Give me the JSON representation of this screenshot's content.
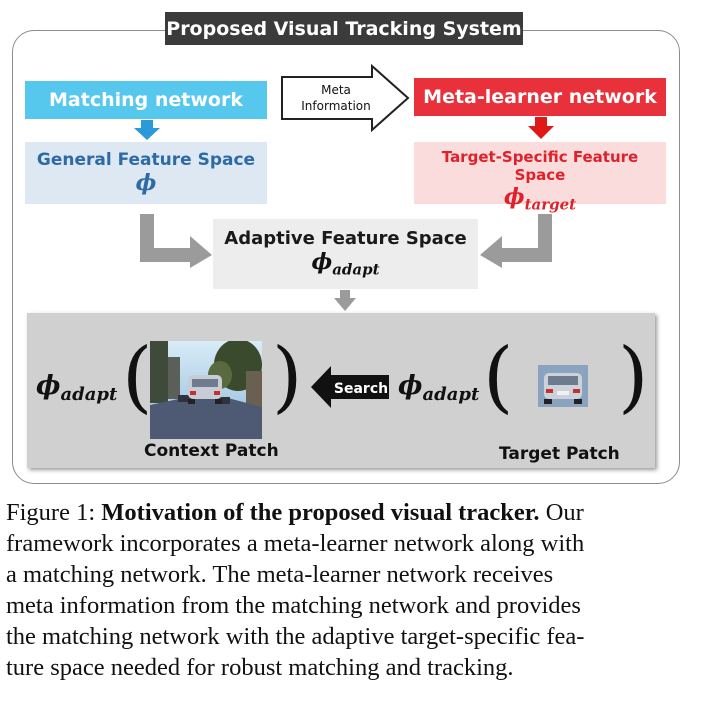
{
  "diagram": {
    "title": "Proposed Visual Tracking System",
    "matching_network": "Matching network",
    "meta_learner_network": "Meta-learner network",
    "meta_arrow_line1": "Meta",
    "meta_arrow_line2": "Information",
    "general_feature_space": "General Feature Space",
    "general_symbol": "ϕ",
    "target_feature_space": "Target-Specific Feature Space",
    "target_symbol_base": "ϕ",
    "target_symbol_sub": "target",
    "adaptive_feature_space": "Adaptive Feature Space",
    "adapt_symbol_base": "ϕ",
    "adapt_symbol_sub": "adapt",
    "search_label": "Search",
    "context_patch": "Context Patch",
    "target_patch": "Target Patch"
  },
  "caption": {
    "prefix": "Figure 1: ",
    "bold": "Motivation of the proposed visual tracker.",
    "lines": [
      " Our",
      "framework incorporates a meta-learner network along with",
      "a matching network.  The meta-learner network receives",
      "meta information from the matching network and provides",
      "the matching network with the adaptive target-specific fea-",
      "ture space needed for robust matching and tracking."
    ]
  },
  "colors": {
    "matching": "#56c8ee",
    "meta": "#e8313a",
    "general_text": "#2e6aa6",
    "target_text": "#e0202a"
  }
}
